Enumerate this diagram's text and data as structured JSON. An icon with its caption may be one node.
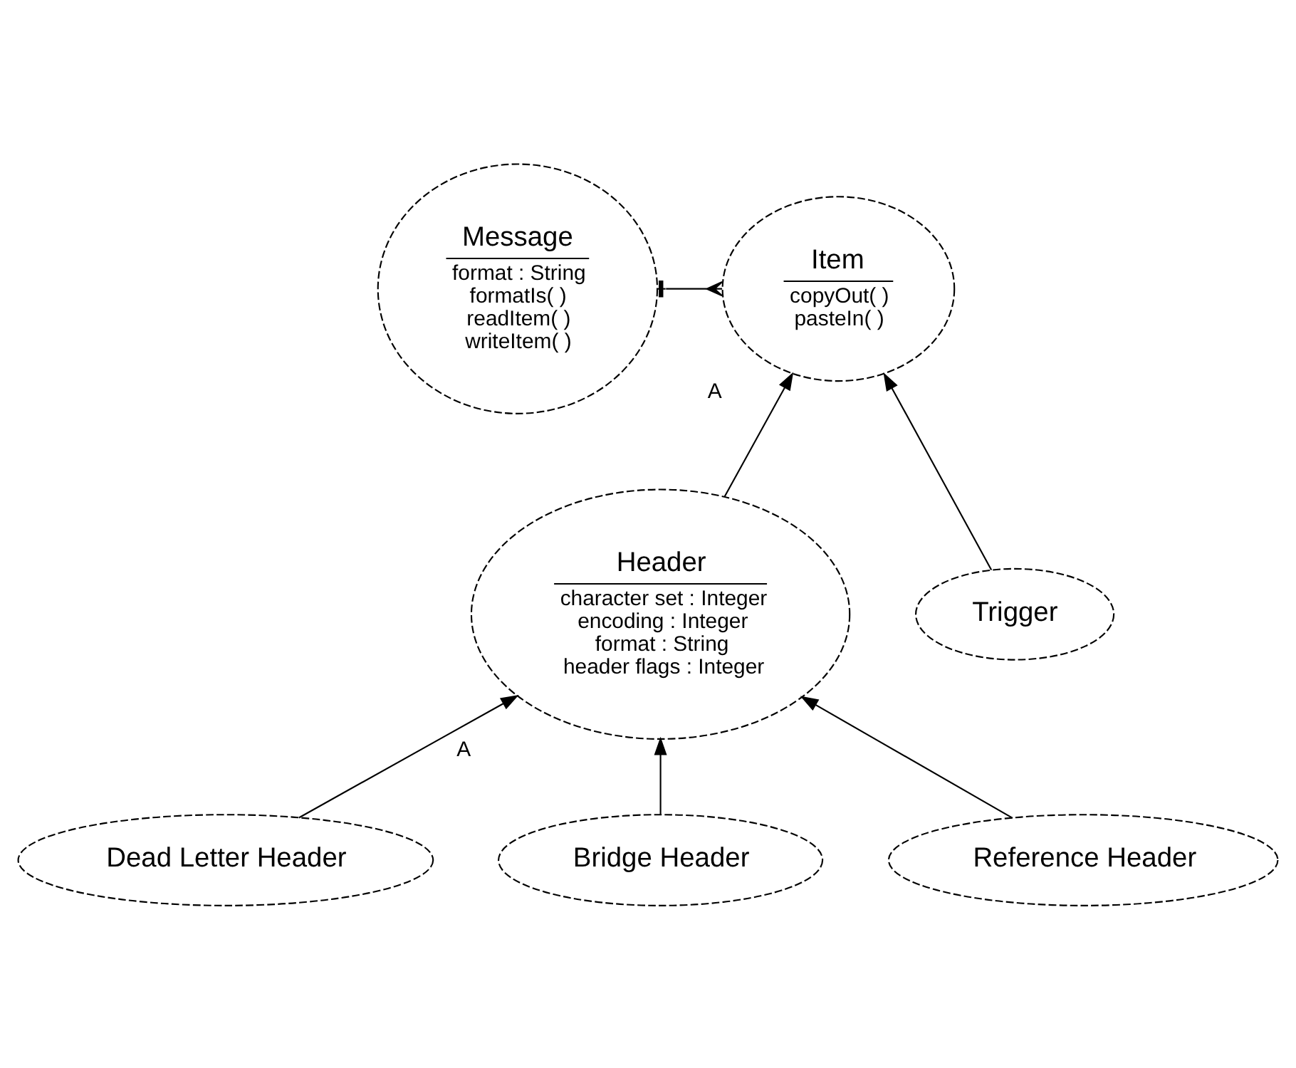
{
  "diagram": {
    "nodes": [
      {
        "text": [
          "Message",
          "format : String",
          "formatIs( )",
          "readItem( )",
          "writeItem( )"
        ]
      },
      {
        "text": [
          "Item",
          "copyOut( )",
          "pasteIn( )"
        ],
        "beside": [
          "A"
        ]
      },
      {
        "text": [
          "Header",
          "character set : Integer",
          "encoding : Integer",
          "format : String",
          "header flags : Integer"
        ],
        "beside": [
          "A"
        ]
      },
      {
        "text": [
          "Trigger"
        ]
      },
      {
        "text": [
          "Dead Letter Header"
        ]
      },
      {
        "text": [
          "Bridge Header"
        ]
      },
      {
        "text": [
          "Reference Header"
        ]
      }
    ],
    "edges": [
      {
        "from": 0,
        "to": 1,
        "arrow": "other"
      },
      {
        "from": 2,
        "to": 1,
        "arrow": "to"
      },
      {
        "from": 3,
        "to": 1,
        "arrow": "to"
      },
      {
        "from": 4,
        "to": 2,
        "arrow": "to"
      },
      {
        "from": 5,
        "to": 2,
        "arrow": "to"
      },
      {
        "from": 6,
        "to": 2,
        "arrow": "to"
      }
    ]
  }
}
